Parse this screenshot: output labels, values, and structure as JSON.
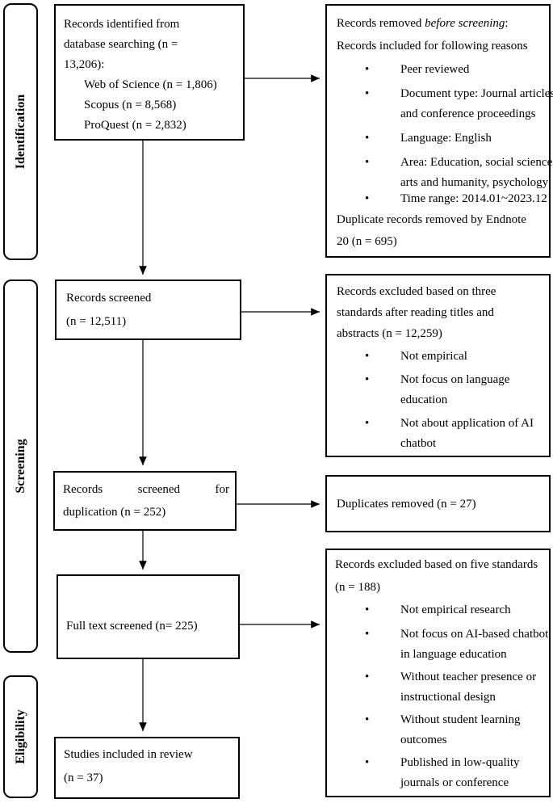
{
  "phases": {
    "identification": "Identification",
    "screening": "Screening",
    "eligibility": "Eligibility"
  },
  "identified": {
    "line1": "Records identified from",
    "line2": "database searching (n =",
    "line3": "13,206):",
    "wos": "Web of Science (n = 1,806)",
    "scopus": "Scopus (n = 8,568)",
    "proquest": "ProQuest (n = 2,832)"
  },
  "removed_before": {
    "line1_prefix": "Records removed ",
    "line1_italic": "before screening",
    "line1_suffix": ":",
    "line2": "Records included for following reasons",
    "bullets": [
      [
        "Peer reviewed"
      ],
      [
        "Document type: Journal articles",
        "and conference proceedings"
      ],
      [
        "Language: English"
      ],
      [
        "Area: Education, social science,",
        "arts and humanity, psychology"
      ],
      [
        "Time range: 2014.01~2023.12"
      ]
    ],
    "dup_line1": "Duplicate records removed by Endnote",
    "dup_line2": "20 (n = 695)"
  },
  "screened": {
    "line1": "Records screened",
    "line2": "(n = 12,511)"
  },
  "excluded_three": {
    "line1": "Records excluded based on three",
    "line2": "standards after reading titles and",
    "line3": "abstracts (n = 12,259)",
    "bullets": [
      [
        "Not empirical"
      ],
      [
        "Not focus on language",
        "education"
      ],
      [
        "Not about application of AI",
        "chatbot"
      ]
    ]
  },
  "dup_screen": {
    "w1": "Records",
    "w2": "screened",
    "w3": "for",
    "line2": "duplication (n = 252)"
  },
  "dup_removed": "Duplicates removed (n = 27)",
  "fulltext": "Full text screened (n= 225)",
  "excluded_five": {
    "line1": "Records excluded based on five standards",
    "line2": "(n = 188)",
    "bullets": [
      [
        "Not empirical research"
      ],
      [
        "Not focus on AI-based chatbot",
        "in language education"
      ],
      [
        "Without teacher presence or",
        "instructional design"
      ],
      [
        "Without student learning",
        "outcomes"
      ],
      [
        "Published in low-quality",
        "journals or conference"
      ]
    ]
  },
  "included": {
    "line1": "Studies included in review",
    "line2": "(n = 37)"
  },
  "bullet_glyph": "•"
}
